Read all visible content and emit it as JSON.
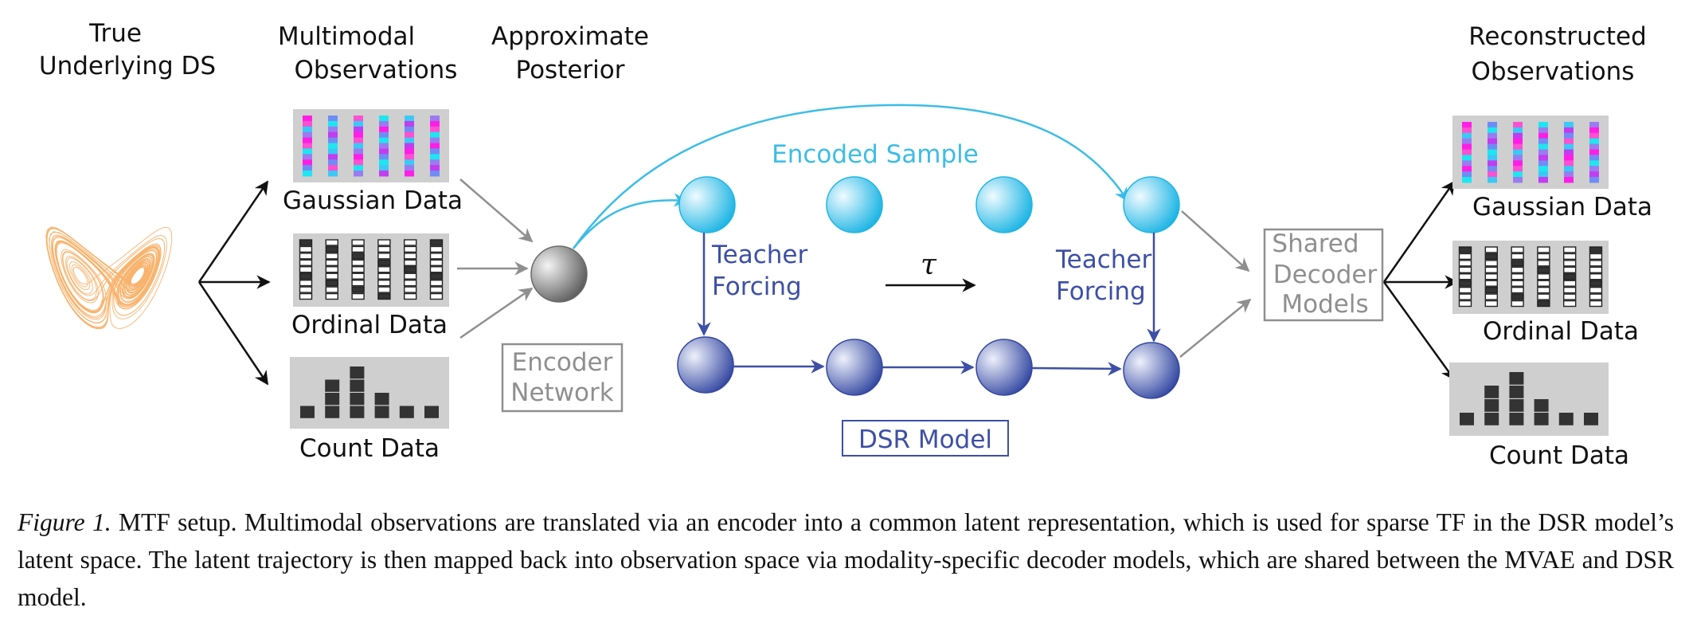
{
  "figure": {
    "headers": {
      "true_ds": [
        "True",
        "Underlying DS"
      ],
      "multimodal": [
        "Multimodal",
        "Observations"
      ],
      "posterior": [
        "Approximate",
        "Posterior"
      ],
      "reconstructed": [
        "Reconstructed",
        "Observations"
      ]
    },
    "labels": {
      "gaussian": "Gaussian Data",
      "ordinal": "Ordinal Data",
      "count": "Count Data",
      "encoder": [
        "Encoder",
        "Network"
      ],
      "encoded_sample": "Encoded Sample",
      "teacher_forcing": [
        "Teacher",
        "Forcing"
      ],
      "tau": "τ",
      "dsr_model": "DSR Model",
      "decoder": [
        "Shared",
        "Decoder",
        "Models"
      ]
    },
    "colors": {
      "attractor": "#f59a3c",
      "cyan": "#3cbde6",
      "blue": "#3d4fa6",
      "gray": "#8f8f8f",
      "panel": "#cfcfcf",
      "magenta": "#ff1ee6",
      "lilac": "#9a7cf0"
    },
    "count_bars": [
      1,
      3,
      4,
      2,
      1,
      1
    ]
  },
  "caption": {
    "label": "Figure 1.",
    "text": " MTF setup. Multimodal observations are translated via an encoder into a common latent representation, which is used for sparse TF in the DSR model’s latent space. The latent trajectory is then mapped back into observation space via modality-specific decoder models, which are shared between the MVAE and DSR model."
  }
}
